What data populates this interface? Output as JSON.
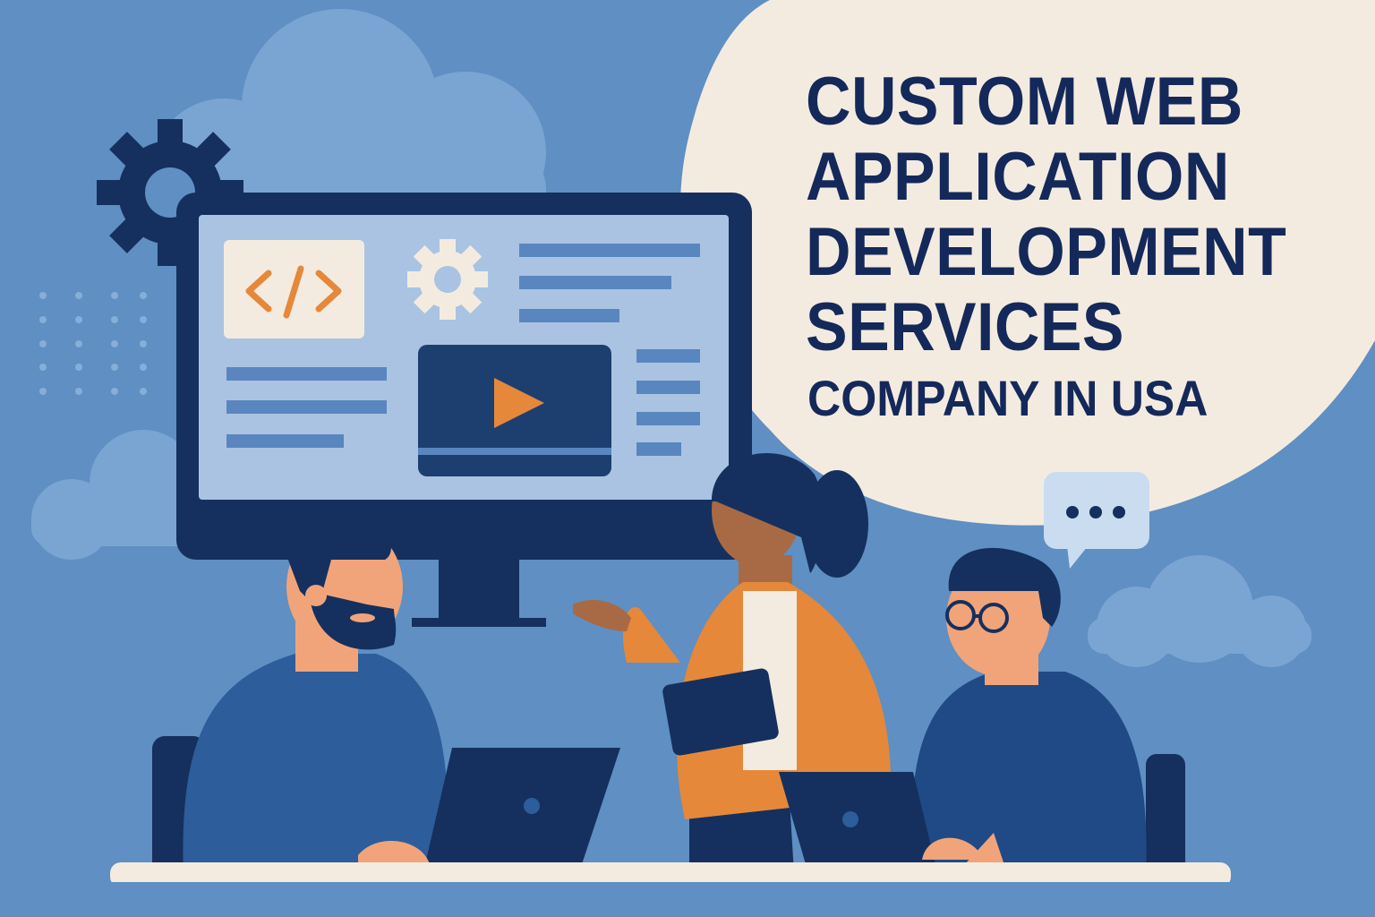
{
  "headline": {
    "lines": [
      "CUSTOM WEB",
      "APPLICATION",
      "DEVELOPMENT",
      "SERVICES"
    ],
    "subline": "COMPANY IN USA"
  },
  "icons": {
    "code": "code-brackets-icon",
    "gear": "gear-icon",
    "play": "play-icon",
    "chat": "chat-ellipsis-icon",
    "laptop_logo": "laptop-logo-icon"
  },
  "colors": {
    "background": "#5f8fc3",
    "navy": "#15305e",
    "bubble": "#f4ebe0",
    "accent_orange": "#e5883a",
    "screen": "#aac3e2"
  }
}
